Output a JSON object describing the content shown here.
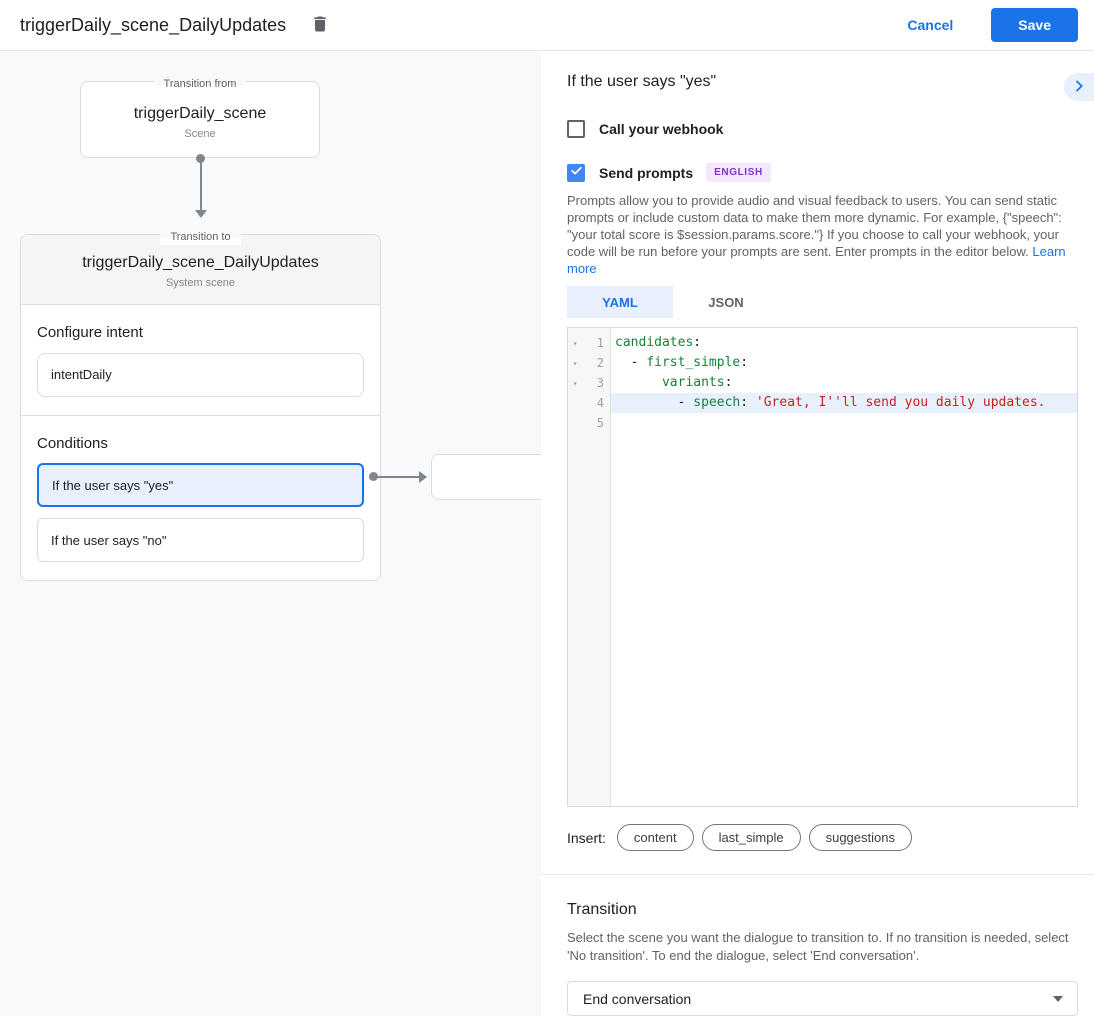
{
  "header": {
    "title": "triggerDaily_scene_DailyUpdates",
    "cancel_label": "Cancel",
    "save_label": "Save"
  },
  "canvas": {
    "from_box": {
      "legend": "Transition from",
      "title": "triggerDaily_scene",
      "subtitle": "Scene"
    },
    "to_box": {
      "legend": "Transition to",
      "title": "triggerDaily_scene_DailyUpdates",
      "subtitle": "System scene",
      "intent_section_label": "Configure intent",
      "intent_value": "intentDaily",
      "conditions_label": "Conditions",
      "conditions": [
        {
          "label": "If the user says \"yes\"",
          "selected": true
        },
        {
          "label": "If the user says \"no\"",
          "selected": false
        }
      ]
    }
  },
  "panel": {
    "title": "If the user says \"yes\"",
    "webhook_checkbox": {
      "label": "Call your webhook",
      "checked": false
    },
    "prompts_checkbox": {
      "label": "Send prompts",
      "checked": true
    },
    "language_badge": "ENGLISH",
    "prompts_description": "Prompts allow you to provide audio and visual feedback to users. You can send static prompts or include custom data to make them more dynamic. For example, {\"speech\": \"your total score is $session.params.score.\"} If you choose to call your webhook, your code will be run before your prompts are sent. Enter prompts in the editor below.",
    "learn_more_label": "Learn more",
    "tabs": [
      {
        "label": "YAML",
        "active": true
      },
      {
        "label": "JSON",
        "active": false
      }
    ],
    "editor": {
      "lines": [
        {
          "num": "1",
          "fold": true,
          "active": false,
          "tokens": [
            {
              "c": "key",
              "t": "candidates"
            },
            {
              "c": "pun",
              "t": ":"
            }
          ]
        },
        {
          "num": "2",
          "fold": true,
          "active": false,
          "tokens": [
            {
              "c": "pun",
              "t": "  - "
            },
            {
              "c": "key",
              "t": "first_simple"
            },
            {
              "c": "pun",
              "t": ":"
            }
          ]
        },
        {
          "num": "3",
          "fold": true,
          "active": false,
          "tokens": [
            {
              "c": "pun",
              "t": "      "
            },
            {
              "c": "key",
              "t": "variants"
            },
            {
              "c": "pun",
              "t": ":"
            }
          ]
        },
        {
          "num": "4",
          "fold": false,
          "active": true,
          "tokens": [
            {
              "c": "pun",
              "t": "        - "
            },
            {
              "c": "key",
              "t": "speech"
            },
            {
              "c": "pun",
              "t": ": "
            },
            {
              "c": "str",
              "t": "'Great, I''ll send you daily updates."
            }
          ]
        },
        {
          "num": "5",
          "fold": false,
          "active": false,
          "tokens": []
        }
      ]
    },
    "insert_label": "Insert:",
    "insert_pills": [
      "content",
      "last_simple",
      "suggestions"
    ],
    "transition": {
      "heading": "Transition",
      "description": "Select the scene you want the dialogue to transition to. If no transition is needed, select 'No transition'. To end the dialogue, select 'End conversation'.",
      "selected_value": "End conversation"
    }
  },
  "colors": {
    "accent": "#1a73e8",
    "selection_bg": "#e8f0fe",
    "checkbox_checked": "#4285f4",
    "code_key": "#188038",
    "code_string": "#c5221f",
    "badge_bg": "#f3e8fd",
    "badge_text": "#8430ce"
  }
}
